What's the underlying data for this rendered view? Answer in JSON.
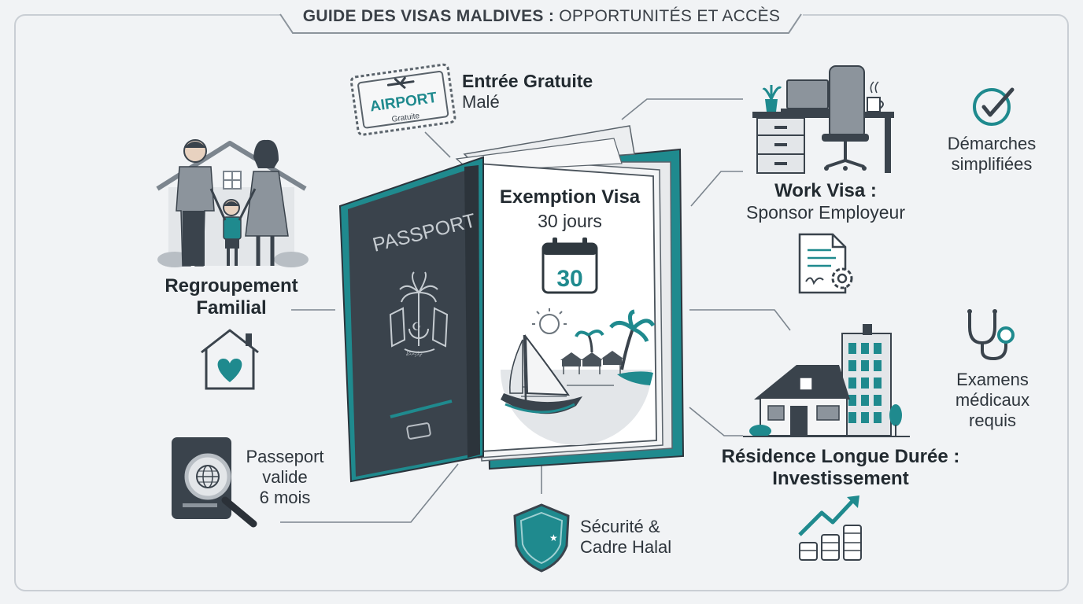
{
  "header": {
    "title_bold": "GUIDE DES VISAS MALDIVES :",
    "title_rest": " OPPORTUNITÉS ET ACCÈS"
  },
  "passport": {
    "cover_text": "PASSPORT",
    "exemption_title": "Exemption Visa",
    "exemption_days": "30 jours",
    "calendar_number": "30",
    "emblem_text": "ދިވެހިރާއްޖެ"
  },
  "airport": {
    "stamp_text": "AIRPORT",
    "stamp_sub": "Gratuite",
    "label_line1": "Entrée Gratuite",
    "label_line2": "Malé"
  },
  "family": {
    "label_line1": "Regroupement",
    "label_line2": "Familial"
  },
  "passport_check": {
    "line1": "Passeport",
    "line2": "valide",
    "line3": "6 mois"
  },
  "security": {
    "line1": "Sécurité &",
    "line2": "Cadre Halal"
  },
  "work": {
    "label_line1": "Work Visa :",
    "label_line2": "Sponsor Employeur"
  },
  "simplified": {
    "line1": "Démarches",
    "line2": "simplifiées"
  },
  "medical": {
    "line1": "Examens",
    "line2": "médicaux",
    "line3": "requis"
  },
  "residence": {
    "label_line1": "Résidence Longue Durée :",
    "label_line2": "Investissement"
  },
  "colors": {
    "teal": "#1f8a8e",
    "dark": "#3a434c",
    "background": "#f1f3f5"
  }
}
